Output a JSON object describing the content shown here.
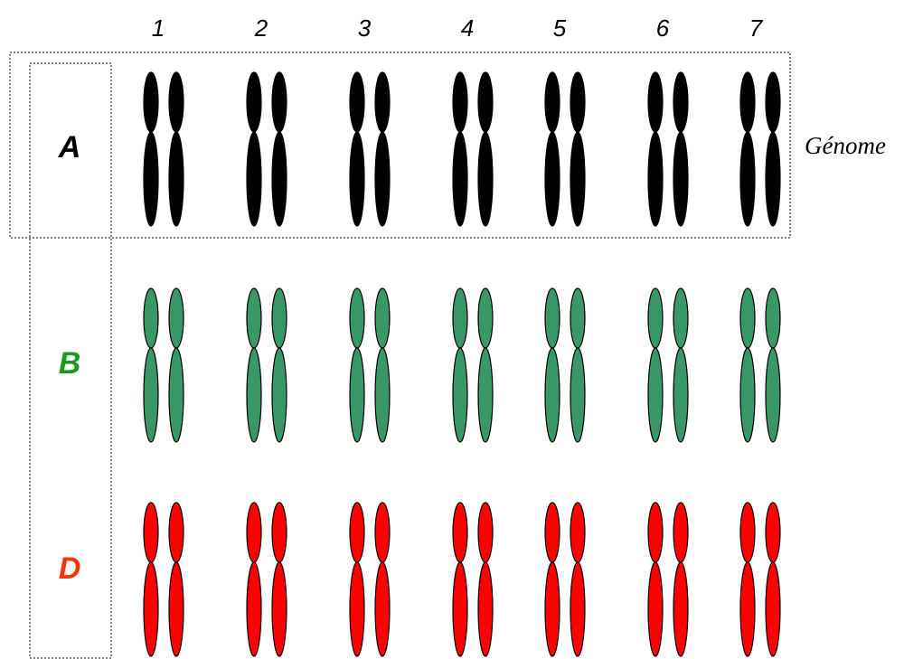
{
  "columns": [
    "1",
    "2",
    "3",
    "4",
    "5",
    "6",
    "7"
  ],
  "rows": [
    {
      "label": "A",
      "label_color": "#000000",
      "fill": "#000000",
      "stroke": "#000000"
    },
    {
      "label": "B",
      "label_color": "#1a9a1a",
      "fill": "#3a9868",
      "stroke": "#000000"
    },
    {
      "label": "D",
      "label_color": "#ff3300",
      "fill": "#ff0000",
      "stroke": "#000000"
    }
  ],
  "side_label": "Génome"
}
